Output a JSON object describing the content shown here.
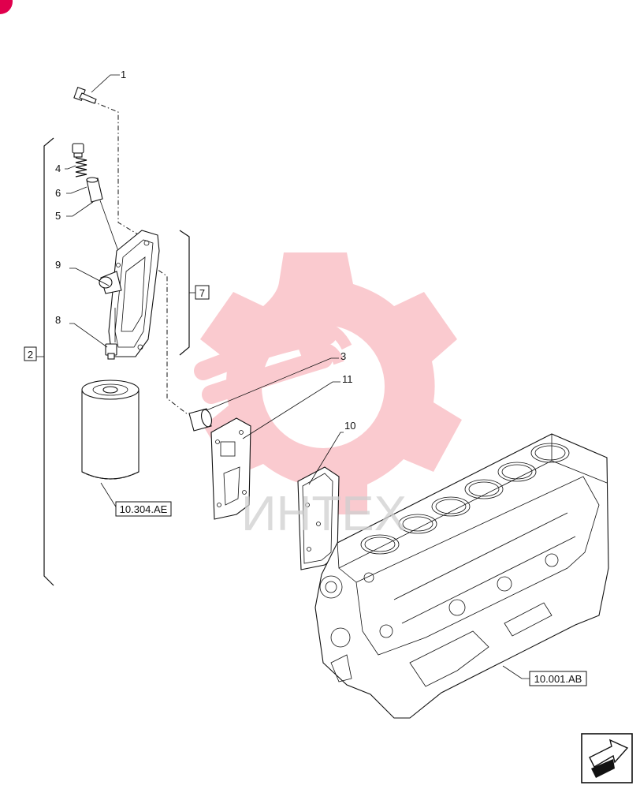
{
  "callouts": [
    {
      "id": "1",
      "label": "1"
    },
    {
      "id": "4",
      "label": "4"
    },
    {
      "id": "6",
      "label": "6"
    },
    {
      "id": "5",
      "label": "5"
    },
    {
      "id": "9",
      "label": "9"
    },
    {
      "id": "8",
      "label": "8"
    },
    {
      "id": "3",
      "label": "3"
    },
    {
      "id": "11",
      "label": "11"
    },
    {
      "id": "10",
      "label": "10"
    }
  ],
  "groups": {
    "left_bracket": "2",
    "mid_bracket": "7"
  },
  "references": {
    "filter": "10.304.AE",
    "block": "10.001.AB"
  },
  "watermark": {
    "text": "ИНТЕХ",
    "color": "#f06070"
  },
  "corner_badge": {
    "color": "#e0004d"
  }
}
